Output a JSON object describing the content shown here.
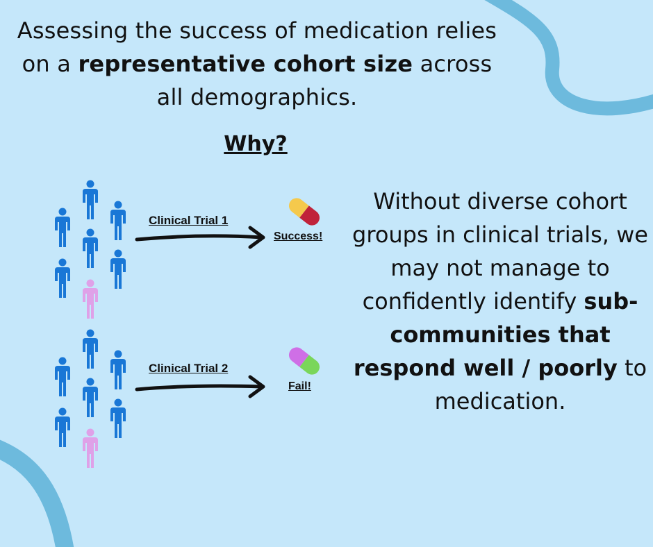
{
  "headline": {
    "part1": "Assessing the success of medication relies on a ",
    "emphasis": "representative cohort size",
    "part2": " across all demographics."
  },
  "why": "Why?",
  "explanation": {
    "part1": "Without diverse cohort groups in clinical trials, we may not manage to confidently identify ",
    "emphasis": "sub-communities that respond well / poorly",
    "part2": " to medication."
  },
  "trials": [
    {
      "label": "Clinical Trial 1",
      "result": "Success!",
      "pill_colors": [
        "#f5c94c",
        "#c0233a"
      ]
    },
    {
      "label": "Clinical Trial 2",
      "result": "Fail!",
      "pill_colors": [
        "#cf6fe6",
        "#7ad65a"
      ]
    }
  ],
  "colors": {
    "background": "#c5e7fa",
    "decor_curve": "#6dbadd",
    "person_majority": "#1977d6",
    "person_minority": "#dfa1e8"
  },
  "icons": {
    "person": "person-icon",
    "arrow": "arrow-right-icon",
    "pill": "pill-icon"
  }
}
